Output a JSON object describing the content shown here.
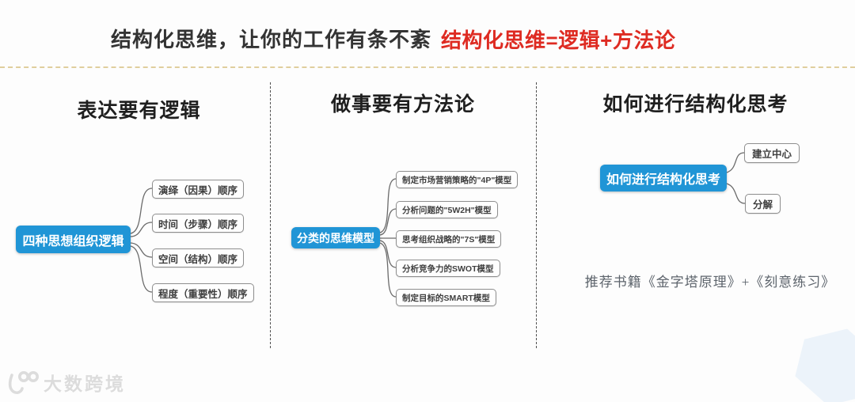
{
  "page": {
    "title": "结构化思维，让你的工作有条不紊",
    "equation": "结构化思维=逻辑+方法论"
  },
  "columns": [
    {
      "heading": "表达要有逻辑",
      "root": "四种思想组织逻辑",
      "children": [
        "演绎（因果）顺序",
        "时间（步骤）顺序",
        "空间（结构）顺序",
        "程度（重要性）顺序"
      ]
    },
    {
      "heading": "做事要有方法论",
      "root": "分类的思维模型",
      "children": [
        "制定市场营销策略的\"4P\"模型",
        "分析问题的\"5W2H\"模型",
        "思考组织战略的\"7S\"模型",
        "分析竞争力的SWOT模型",
        "制定目标的SMART模型"
      ]
    },
    {
      "heading": "如何进行结构化思考",
      "root": "如何进行结构化思考",
      "children": [
        "建立中心",
        "分解"
      ],
      "note": "推荐书籍《金字塔原理》+《刻意练习》"
    }
  ],
  "watermark": {
    "logo": "100-smile-logo",
    "text": "大数跨境"
  },
  "colors": {
    "node_blue": "#2095d6",
    "title_red": "#de2b22",
    "divider_gold": "#dcc68d",
    "divider_gray": "#4f4f4f",
    "note_gray": "#5d646c",
    "hexagon_blue": "#ecf3fa"
  }
}
